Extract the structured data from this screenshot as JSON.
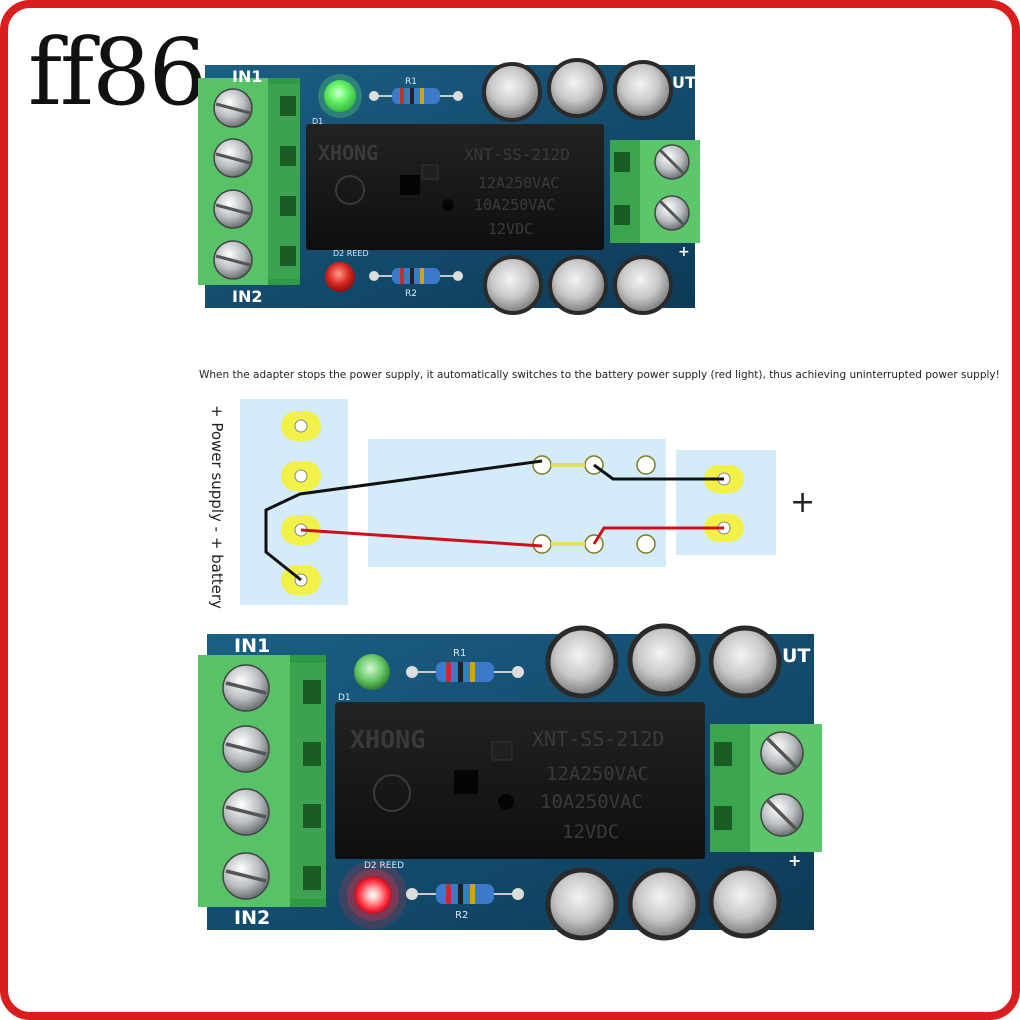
{
  "brand": {
    "text": "ff86",
    "border_color": "#d81e1e"
  },
  "top_board": {
    "label_in1": "IN1",
    "label_in2": "IN2",
    "label_out": "UT",
    "label_plus": "+",
    "relay_brand": "XHONG",
    "relay_model": "XNT-SS-212D",
    "relay_rating1": "12A250VAC",
    "relay_rating2": "10A250VAC",
    "relay_coil": "12VDC",
    "led_top_color": "#35e04a",
    "led_bottom_color": "#c91d1d",
    "r_label_1": "R1",
    "r_label_2": "R2",
    "led_label_1": "D1",
    "led_label_2": "D2 REED"
  },
  "caption": "When the adapter stops the power supply, it automatically switches to the battery power supply (red light), thus achieving uninterrupted power supply!",
  "diagram": {
    "side_label": "+ Power supply - + battery",
    "plus_symbol": "+",
    "wire_black": "#111111",
    "wire_red": "#d0101a",
    "wire_yellow": "#e0e060",
    "pad_color": "#f1f14a",
    "panel_color": "#d4ecfa"
  },
  "bottom_board": {
    "label_in1": "IN1",
    "label_in2": "IN2",
    "label_out": "UT",
    "label_plus": "+",
    "relay_brand": "XHONG",
    "relay_model": "XNT-SS-212D",
    "relay_rating1": "12A250VAC",
    "relay_rating2": "10A250VAC",
    "relay_coil": "12VDC",
    "led_top_color": "#8fd98f",
    "led_bottom_color": "#ff2a3a",
    "r_label_1": "R1",
    "r_label_2": "R2",
    "led_label_1": "D1",
    "led_label_2": "D2 REED"
  }
}
